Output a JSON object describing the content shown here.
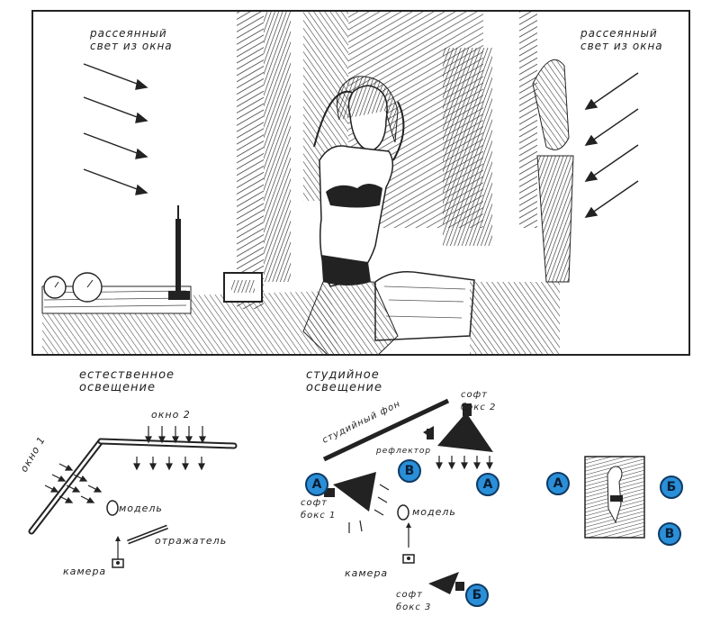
{
  "illustration": {
    "left_label": "рассеянный свет из окна",
    "right_label": "рассеянный свет из окна"
  },
  "diagram_natural": {
    "title": "естественное освещение",
    "window_top_label": "окно 2",
    "window_left_label": "окно 1",
    "model_label": "модель",
    "reflector_label": "отражатель",
    "camera_label": "камера"
  },
  "diagram_studio": {
    "title": "студийное освещение",
    "backdrop_label": "студийный фон",
    "reflector_label": "рефлектор",
    "softbox2_label": "софт бокс 2",
    "softbox1_label": "софт бокс 1",
    "softbox3_label": "софт бокс 3",
    "model_label": "модель",
    "camera_label": "камера",
    "badges": {
      "a": "А",
      "v": "В",
      "b": "Б"
    }
  },
  "diagram_result": {
    "badges": {
      "a": "А",
      "b": "Б",
      "v": "В"
    }
  },
  "colors": {
    "badge_fill": "#2a8fd8",
    "ink": "#1a1a1a"
  }
}
